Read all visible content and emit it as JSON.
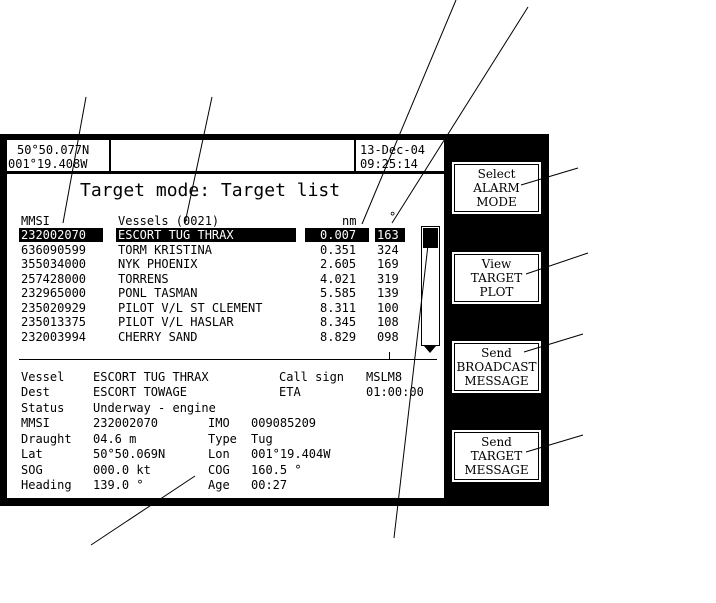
{
  "header": {
    "lat": "50°50.077N",
    "lon": "001°19.408W",
    "date": "13-Dec-04",
    "time": "09:25:14"
  },
  "title": "Target mode: Target list",
  "list": {
    "col_mmsi": "MMSI",
    "col_vessels": "Vessels (0021)",
    "col_nm": "nm",
    "col_deg": "°",
    "rows": [
      {
        "mmsi": "232002070",
        "name": "ESCORT TUG THRAX",
        "nm": "0.007",
        "deg": "163"
      },
      {
        "mmsi": "636090599",
        "name": "TORM KRISTINA",
        "nm": "0.351",
        "deg": "324"
      },
      {
        "mmsi": "355034000",
        "name": "NYK PHOENIX",
        "nm": "2.605",
        "deg": "169"
      },
      {
        "mmsi": "257428000",
        "name": "TORRENS",
        "nm": "4.021",
        "deg": "319"
      },
      {
        "mmsi": "232965000",
        "name": "PONL TASMAN",
        "nm": "5.585",
        "deg": "139"
      },
      {
        "mmsi": "235020929",
        "name": "PILOT V/L ST CLEMENT",
        "nm": "8.311",
        "deg": "100"
      },
      {
        "mmsi": "235013375",
        "name": "PILOT V/L HASLAR",
        "nm": "8.345",
        "deg": "108"
      },
      {
        "mmsi": "232003994",
        "name": "CHERRY SAND",
        "nm": "8.829",
        "deg": "098"
      }
    ]
  },
  "details": {
    "vessel_label": "Vessel",
    "vessel": "ESCORT TUG THRAX",
    "callsign_label": "Call sign",
    "callsign": "MSLM8",
    "dest_label": "Dest",
    "dest": "ESCORT TOWAGE",
    "eta_label": "ETA",
    "eta": "01:00:00",
    "status_label": "Status",
    "status": "Underway - engine",
    "mmsi_label": "MMSI",
    "mmsi": "232002070",
    "imo_label": "IMO",
    "imo": "009085209",
    "draught_label": "Draught",
    "draught": "04.6 m",
    "type_label": "Type",
    "type": "Tug",
    "lat_label": "Lat",
    "lat": "50°50.069N",
    "lon_label": "Lon",
    "lon": "001°19.404W",
    "sog_label": "SOG",
    "sog": "000.0 kt",
    "cog_label": "COG",
    "cog": "160.5 °",
    "heading_label": "Heading",
    "heading": "139.0 °",
    "age_label": "Age",
    "age": "00:27"
  },
  "buttons": {
    "select_alarm": [
      "Select",
      "ALARM",
      "MODE"
    ],
    "view_plot": [
      "View",
      "TARGET",
      "PLOT"
    ],
    "send_broadcast": [
      "Send",
      "BROADCAST",
      "MESSAGE"
    ],
    "send_target": [
      "Send",
      "TARGET",
      "MESSAGE"
    ]
  }
}
